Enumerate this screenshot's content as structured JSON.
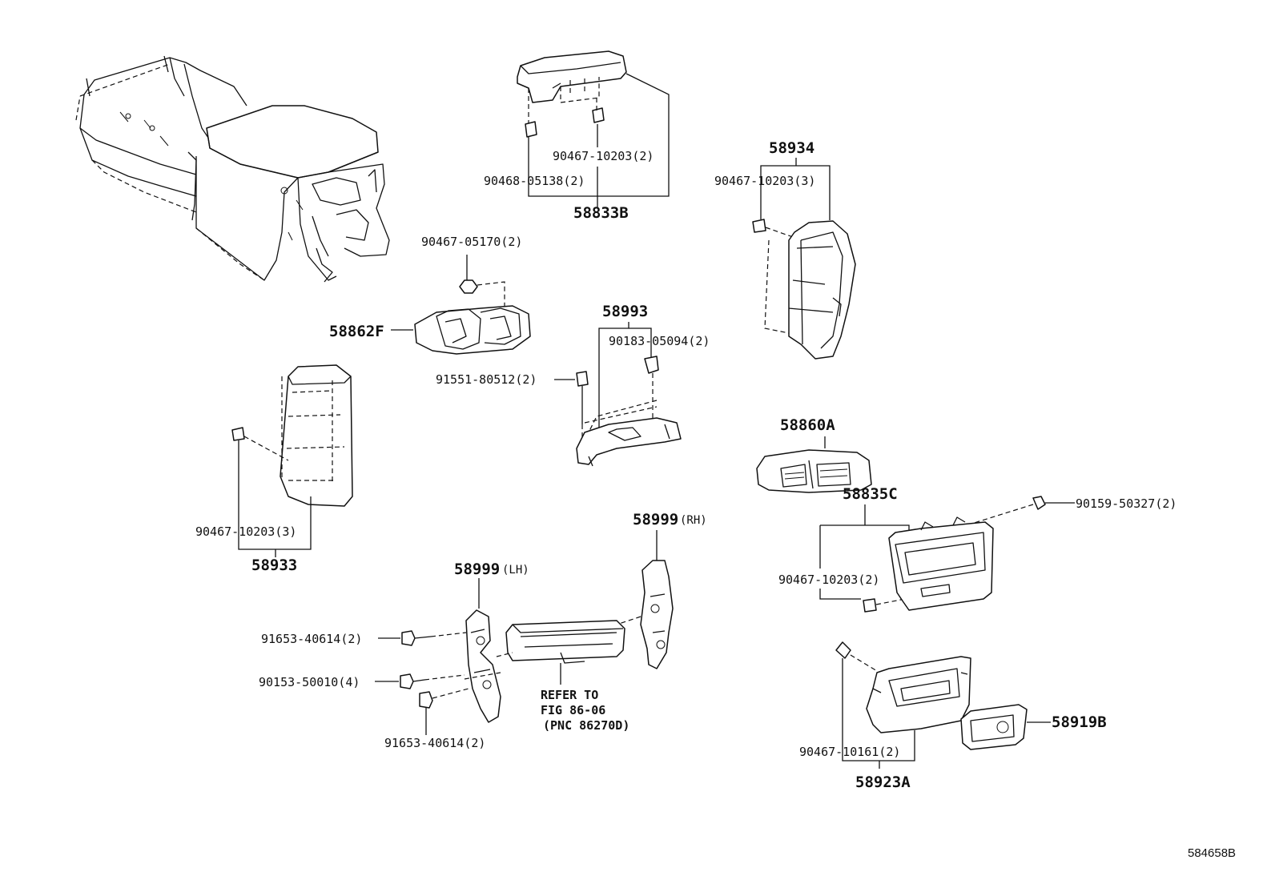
{
  "labels": {
    "p58833b": "58833B",
    "p90467_10203_2_top": "90467-10203(2)",
    "p90468_05138": "90468-05138(2)",
    "p90467_05170": "90467-05170(2)",
    "p58862f": "58862F",
    "p58993": "58993",
    "p90183_05094": "90183-05094(2)",
    "p91551_80512": "91551-80512(2)",
    "p58934": "58934",
    "p90467_10203_3_right": "90467-10203(3)",
    "p58933": "58933",
    "p90467_10203_3_left": "90467-10203(3)",
    "p58860a": "58860A",
    "p58835c": "58835C",
    "p90159_50327": "90159-50327(2)",
    "p90467_10203_2_mid": "90467-10203(2)",
    "p58999_rh": "58999",
    "rh_suffix": "(RH)",
    "p58999_lh": "58999",
    "lh_suffix": "(LH)",
    "p91653_40614_a": "91653-40614(2)",
    "p90153_50010": "90153-50010(4)",
    "p91653_40614_b": "91653-40614(2)",
    "refer_line1": "REFER TO",
    "refer_line2": "FIG 86-06",
    "refer_line3": "(PNC 86270D)",
    "p58919b": "58919B",
    "p90467_10161": "90467-10161(2)",
    "p58923a": "58923A",
    "diagram_code": "584658B"
  }
}
